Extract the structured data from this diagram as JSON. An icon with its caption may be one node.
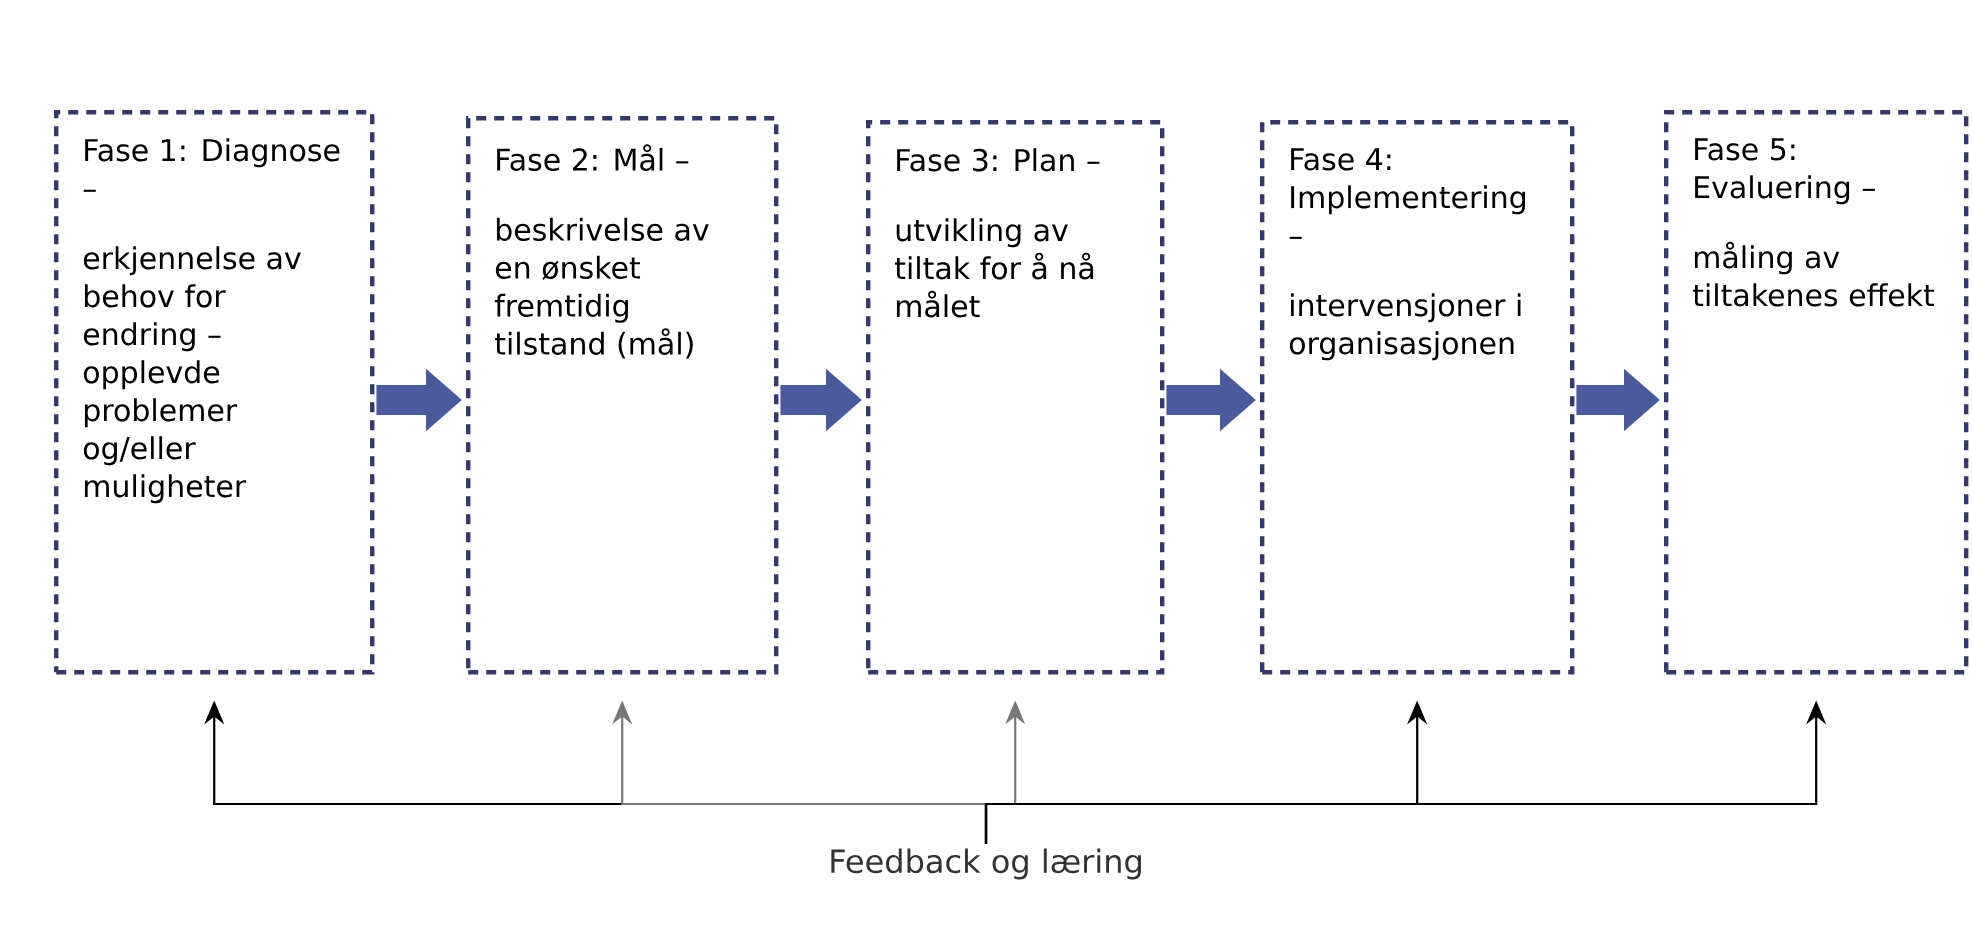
{
  "diagram": {
    "nodes": [
      {
        "text": [
          "Fase 1: Diagnose –",
          "erkjennelse av behov for endring – opplevde problemer og/eller muligheter"
        ]
      },
      {
        "text": [
          "Fase 2: Mål –",
          "beskrivelse av en ønsket fremtidig tilstand (mål)"
        ]
      },
      {
        "text": [
          "Fase 3: Plan –",
          "utvikling av tiltak for å nå målet"
        ]
      },
      {
        "text": [
          "Fase 4: Implementering –",
          "intervensjoner i organisasjonen"
        ]
      },
      {
        "text": [
          "Fase 5: Evaluering –",
          "måling av tiltakenes effekt"
        ]
      },
      {
        "text": [
          "Feedback og læring"
        ]
      }
    ],
    "edges": [
      {
        "from": 0,
        "to": 1,
        "arrow": "to",
        "style": "thick",
        "color": "#4b5a9c"
      },
      {
        "from": 1,
        "to": 2,
        "arrow": "to",
        "style": "thick",
        "color": "#4b5a9c"
      },
      {
        "from": 2,
        "to": 3,
        "arrow": "to",
        "style": "thick",
        "color": "#4b5a9c"
      },
      {
        "from": 3,
        "to": 4,
        "arrow": "to",
        "style": "thick",
        "color": "#4b5a9c"
      },
      {
        "from": 5,
        "to": 0,
        "arrow": "to",
        "color": "#000000"
      },
      {
        "from": 5,
        "to": 1,
        "arrow": "to",
        "color": "#777777"
      },
      {
        "from": 5,
        "to": 2,
        "arrow": "to",
        "color": "#777777"
      },
      {
        "from": 5,
        "to": 3,
        "arrow": "to",
        "color": "#000000"
      },
      {
        "from": 5,
        "to": 4,
        "arrow": "to",
        "color": "#000000"
      }
    ]
  }
}
